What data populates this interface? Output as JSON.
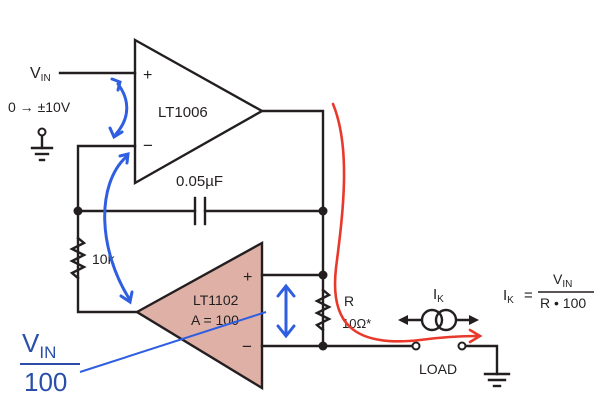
{
  "labels": {
    "vin": "V",
    "vin_sub": "IN",
    "range": "0 → ±10V",
    "opamp1_name": "LT1006",
    "opamp1_plus": "+",
    "opamp1_minus": "−",
    "cap_value": "0.05µF",
    "res_10k": "10k",
    "opamp2_name": "LT1102",
    "opamp2_gain": "A = 100",
    "opamp2_plus": "+",
    "opamp2_minus": "−",
    "r_label": "R",
    "r_value": "10Ω*",
    "ik": "I",
    "ik_sub": "K",
    "load": "LOAD",
    "formula_lhs": "I",
    "formula_lhs_sub": "K",
    "formula_eq": "=",
    "formula_num": "V",
    "formula_num_sub": "IN",
    "formula_den": "R • 100",
    "annotation_num": "V",
    "annotation_num_sub": "IN",
    "annotation_den": "100"
  },
  "colors": {
    "wire": "#231f20",
    "annotation_blue": "#2f5fe0",
    "current_red": "#e8392b",
    "amp_fill": "#dfb0a6"
  }
}
